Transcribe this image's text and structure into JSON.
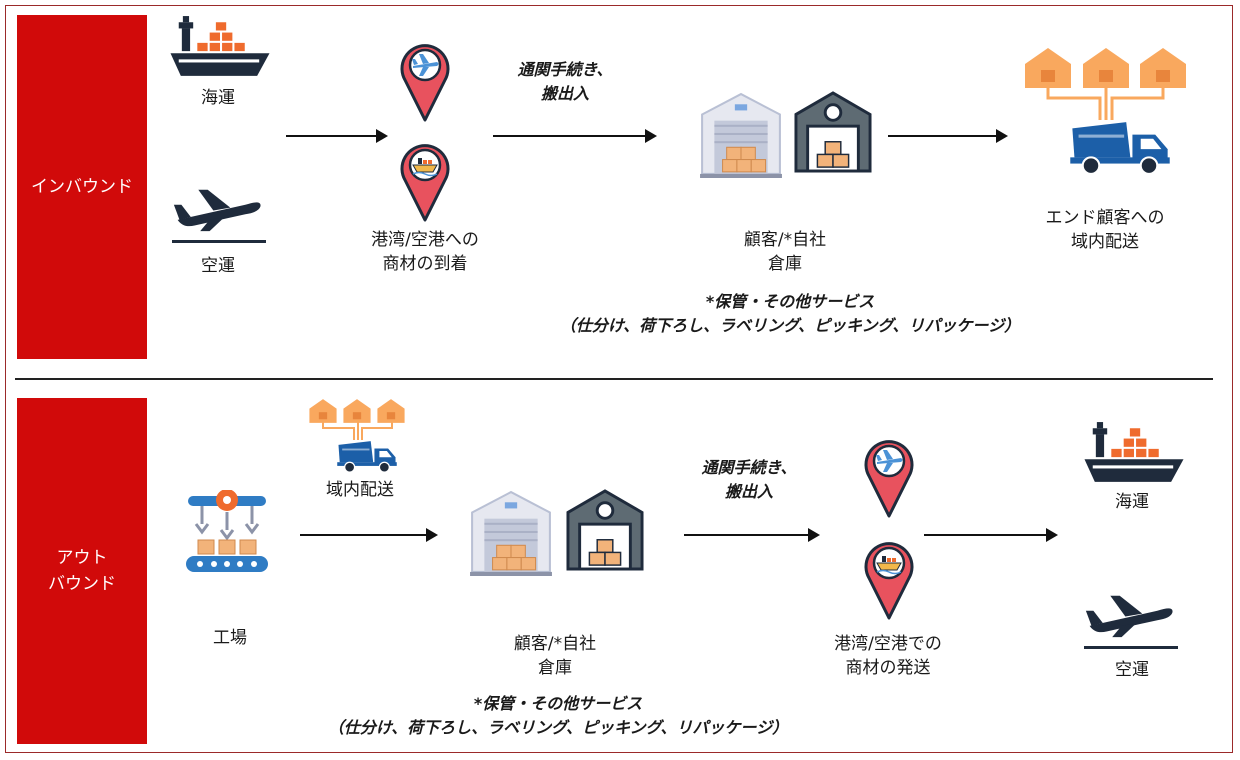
{
  "inbound": {
    "side_label": [
      "インバウンド"
    ],
    "sea_label": "海運",
    "air_label": "空運",
    "customs_label": [
      "通関手続き、",
      "搬出入"
    ],
    "arrival_label": [
      "港湾/空港への",
      "商材の到着"
    ],
    "warehouse_label": [
      "顧客/*自社",
      "倉庫"
    ],
    "delivery_label": [
      "エンド顧客への",
      "域内配送"
    ],
    "services_label": [
      "*保管・その他サービス",
      "（仕分け、荷下ろし、ラベリング、ピッキング、リパッケージ）"
    ]
  },
  "outbound": {
    "side_label": [
      "アウト",
      "バウンド"
    ],
    "delivery_label": "域内配送",
    "factory_label": "工場",
    "warehouse_label": [
      "顧客/*自社",
      "倉庫"
    ],
    "customs_label": [
      "通関手続き、",
      "搬出入"
    ],
    "shipping_label": [
      "港湾/空港での",
      "商材の発送"
    ],
    "sea_label": "海運",
    "air_label": "空運",
    "services_label": [
      "*保管・その他サービス",
      "（仕分け、荷下ろし、ラベリング、ピッキング、リパッケージ）"
    ]
  },
  "colors": {
    "side_bar": "#d10a0a",
    "pin": "#e8525e",
    "navy": "#1f2b3c",
    "truck": "#1c5fa8",
    "orange": "#ef6b2d",
    "box": "#f2b37a",
    "house": "#f9a85e"
  },
  "icons": [
    "ship-icon",
    "airplane-icon",
    "location-pin-icon",
    "warehouse-icon",
    "storage-shed-icon",
    "delivery-truck-icon",
    "house-icon",
    "factory-robot-icon"
  ]
}
